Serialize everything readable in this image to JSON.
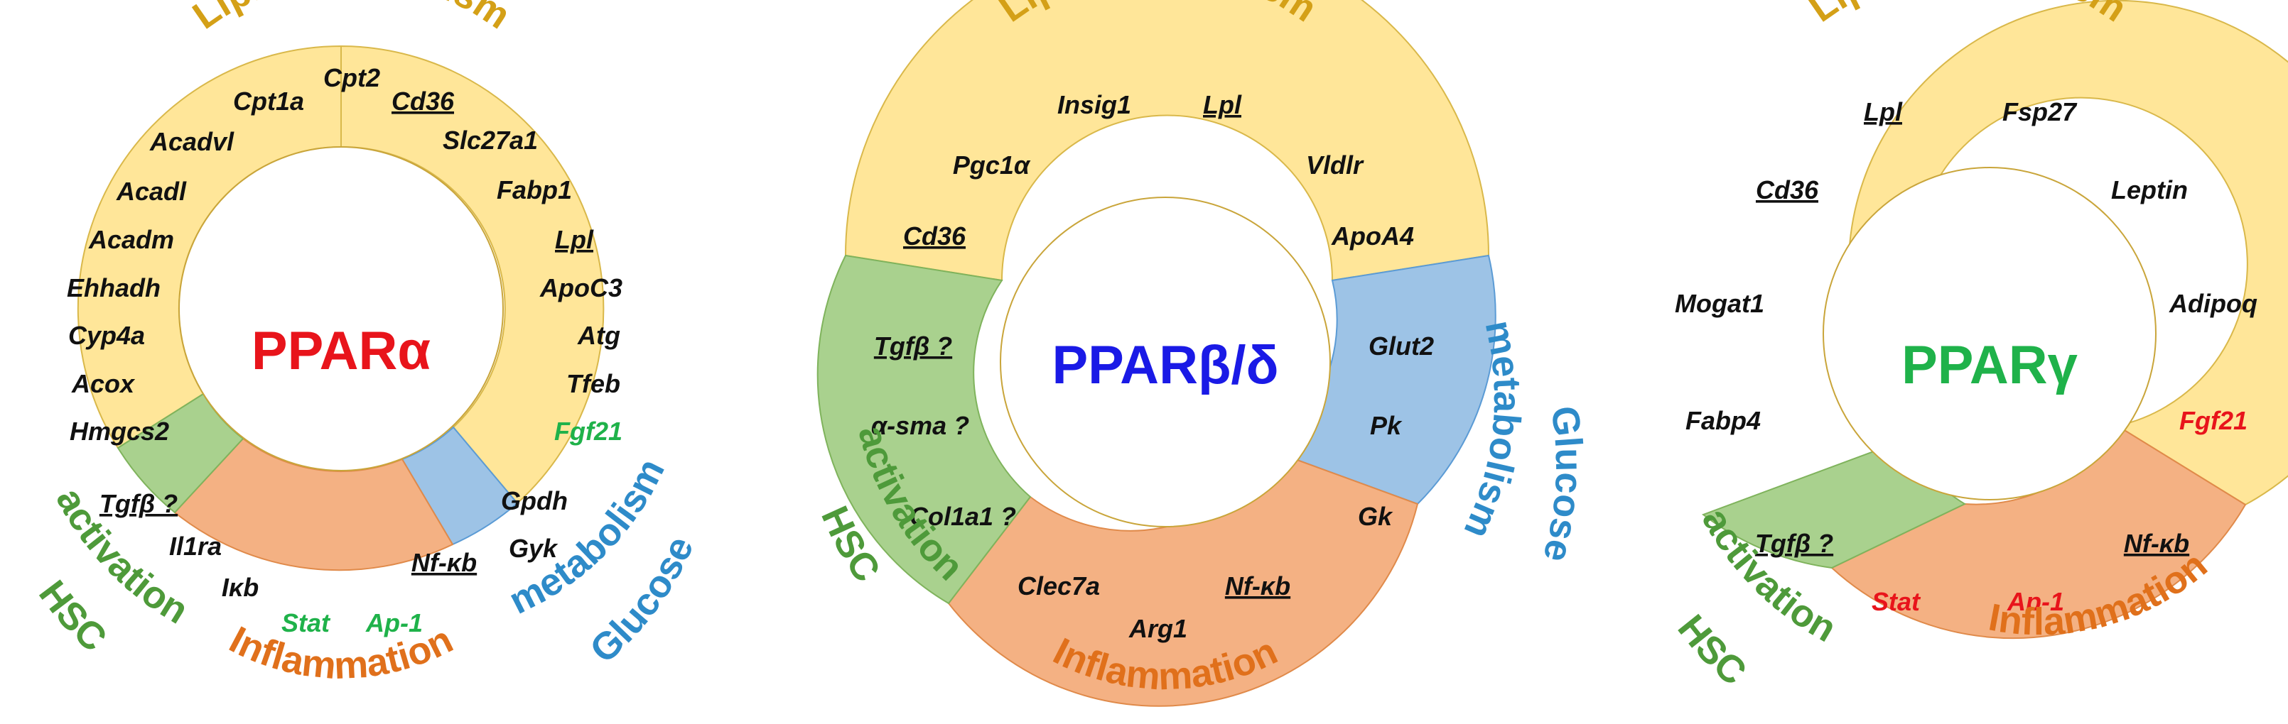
{
  "colors": {
    "lipid": "#FFE699",
    "hsc": "#A9D18E",
    "inflammation": "#F4B183",
    "glucose": "#9DC3E6",
    "lipid_text": "#D4A017",
    "hsc_text": "#4E9A3A",
    "inflammation_text": "#E0701B",
    "glucose_text": "#2E8BC9",
    "ppar_alpha": "#E8141B",
    "ppar_beta": "#1A1AE6",
    "ppar_gamma": "#1FB24A",
    "gene_black": "#111111",
    "gene_green": "#1FB24A",
    "gene_red": "#E8141B"
  },
  "panels": [
    {
      "center": "PPARα",
      "center_color": "#E8141B",
      "labels": {
        "lipid": "Lipid metabolism",
        "glucose_1": "Glucose",
        "glucose_2": "metabolism",
        "inflammation": "Inflammation",
        "hsc_1": "HSC",
        "hsc_2": "activation"
      },
      "genes": [
        {
          "text": "Cpt2",
          "color": "#111111",
          "underline": false
        },
        {
          "text": "Cd36",
          "color": "#111111",
          "underline": true
        },
        {
          "text": "Cpt1a",
          "color": "#111111",
          "underline": false
        },
        {
          "text": "Slc27a1",
          "color": "#111111",
          "underline": false
        },
        {
          "text": "Acadvl",
          "color": "#111111",
          "underline": false
        },
        {
          "text": "Fabp1",
          "color": "#111111",
          "underline": false
        },
        {
          "text": "Acadl",
          "color": "#111111",
          "underline": false
        },
        {
          "text": "Lpl",
          "color": "#111111",
          "underline": true
        },
        {
          "text": "Acadm",
          "color": "#111111",
          "underline": false
        },
        {
          "text": "ApoC3",
          "color": "#111111",
          "underline": false
        },
        {
          "text": "Ehhadh",
          "color": "#111111",
          "underline": false
        },
        {
          "text": "Atg",
          "color": "#111111",
          "underline": false
        },
        {
          "text": "Cyp4a",
          "color": "#111111",
          "underline": false
        },
        {
          "text": "Tfeb",
          "color": "#111111",
          "underline": false
        },
        {
          "text": "Acox",
          "color": "#111111",
          "underline": false
        },
        {
          "text": "Fgf21",
          "color": "#1FB24A",
          "underline": false
        },
        {
          "text": "Hmgcs2",
          "color": "#111111",
          "underline": false
        },
        {
          "text": "Gpdh",
          "color": "#111111",
          "underline": false
        },
        {
          "text": "Tgfβ ?",
          "color": "#111111",
          "underline": true
        },
        {
          "text": "Gyk",
          "color": "#111111",
          "underline": false
        },
        {
          "text": "Il1ra",
          "color": "#111111",
          "underline": false
        },
        {
          "text": "Nf-κb",
          "color": "#111111",
          "underline": true
        },
        {
          "text": "Iκb",
          "color": "#111111",
          "underline": false
        },
        {
          "text": "Stat",
          "color": "#1FB24A",
          "underline": false
        },
        {
          "text": "Ap-1",
          "color": "#1FB24A",
          "underline": false
        }
      ]
    },
    {
      "center": "PPARβ/δ",
      "center_color": "#1A1AE6",
      "labels": {
        "lipid": "Lipid metabolism",
        "glucose_1": "Glucose",
        "glucose_2": "metabolism",
        "inflammation": "Inflammation",
        "hsc_1": "HSC",
        "hsc_2": "activation"
      },
      "genes": [
        {
          "text": "Insig1",
          "color": "#111111",
          "underline": false
        },
        {
          "text": "Lpl",
          "color": "#111111",
          "underline": true
        },
        {
          "text": "Pgc1α",
          "color": "#111111",
          "underline": false
        },
        {
          "text": "Vldlr",
          "color": "#111111",
          "underline": false
        },
        {
          "text": "Cd36",
          "color": "#111111",
          "underline": true
        },
        {
          "text": "ApoA4",
          "color": "#111111",
          "underline": false
        },
        {
          "text": "Tgfβ ?",
          "color": "#111111",
          "underline": true
        },
        {
          "text": "Glut2",
          "color": "#111111",
          "underline": false
        },
        {
          "text": "α-sma ?",
          "color": "#111111",
          "underline": false
        },
        {
          "text": "Pk",
          "color": "#111111",
          "underline": false
        },
        {
          "text": "Col1a1 ?",
          "color": "#111111",
          "underline": false
        },
        {
          "text": "Gk",
          "color": "#111111",
          "underline": false
        },
        {
          "text": "Clec7a",
          "color": "#111111",
          "underline": false
        },
        {
          "text": "Nf-κb",
          "color": "#111111",
          "underline": true
        },
        {
          "text": "Arg1",
          "color": "#111111",
          "underline": false
        }
      ]
    },
    {
      "center": "PPARγ",
      "center_color": "#1FB24A",
      "labels": {
        "lipid": "Lipid metabolism",
        "inflammation": "Inflammation",
        "hsc_1": "HSC",
        "hsc_2": "activation"
      },
      "genes": [
        {
          "text": "Lpl",
          "color": "#111111",
          "underline": true
        },
        {
          "text": "Fsp27",
          "color": "#111111",
          "underline": false
        },
        {
          "text": "Cd36",
          "color": "#111111",
          "underline": true
        },
        {
          "text": "Leptin",
          "color": "#111111",
          "underline": false
        },
        {
          "text": "Mogat1",
          "color": "#111111",
          "underline": false
        },
        {
          "text": "Adipoq",
          "color": "#111111",
          "underline": false
        },
        {
          "text": "Fabp4",
          "color": "#111111",
          "underline": false
        },
        {
          "text": "Fgf21",
          "color": "#E8141B",
          "underline": false
        },
        {
          "text": "Tgfβ ?",
          "color": "#111111",
          "underline": true
        },
        {
          "text": "Nf-κb",
          "color": "#111111",
          "underline": true
        },
        {
          "text": "Stat",
          "color": "#E8141B",
          "underline": false
        },
        {
          "text": "Ap-1",
          "color": "#E8141B",
          "underline": false
        }
      ]
    }
  ]
}
